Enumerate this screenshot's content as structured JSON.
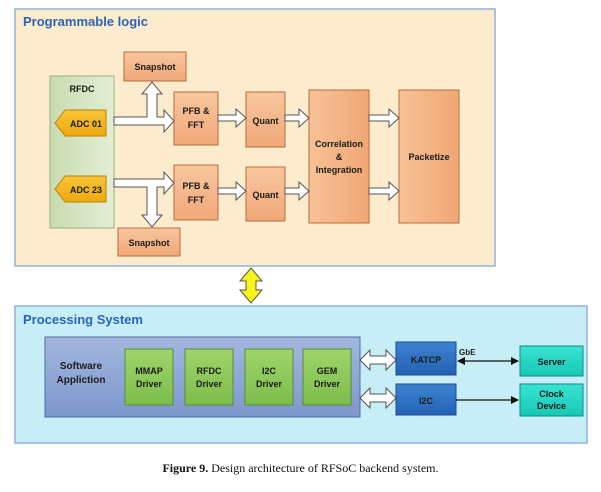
{
  "programmable_logic": {
    "title": "Programmable logic",
    "rfdc": {
      "label": "RFDC",
      "adc_top": "ADC 01",
      "adc_bottom": "ADC 23"
    },
    "snapshot_top": "Snapshot",
    "snapshot_bottom": "Snapshot",
    "pfb_top": [
      "PFB &",
      "FFT"
    ],
    "pfb_bottom": [
      "PFB &",
      "FFT"
    ],
    "quant_top": "Quant",
    "quant_bottom": "Quant",
    "correlation": [
      "Correlation",
      "&",
      "Integration"
    ],
    "packetize": "Packetize"
  },
  "processing_system": {
    "title": "Processing System",
    "software": [
      "Software",
      "Appliction"
    ],
    "drivers": [
      [
        "MMAP",
        "Driver"
      ],
      [
        "RFDC",
        "Driver"
      ],
      [
        "I2C",
        "Driver"
      ],
      [
        "GEM",
        "Driver"
      ]
    ],
    "katcp": "KATCP",
    "i2c": "I2C",
    "gbe": "GbE",
    "server": "Server",
    "clock_device": [
      "Clock",
      "Device"
    ]
  },
  "caption": {
    "prefix": "Figure 9.",
    "text": "Design architecture of RFSoC backend system."
  },
  "colors": {
    "pl_fill": "#fcebcd",
    "pl_border": "#8fb3d9",
    "block_fill": "#f5b484",
    "block_border": "#b86e3c",
    "rfdc_fill": "#d5e4c2",
    "adc_fill": "#f4b81c",
    "ps_fill": "#c7eef7",
    "sw_fill": "#8ea6d6",
    "driver_fill": "#8ec95a",
    "blue_box": "#2f73c4",
    "cyan_box": "#1fd7c4",
    "yellow_arrow": "#f6f31d"
  }
}
